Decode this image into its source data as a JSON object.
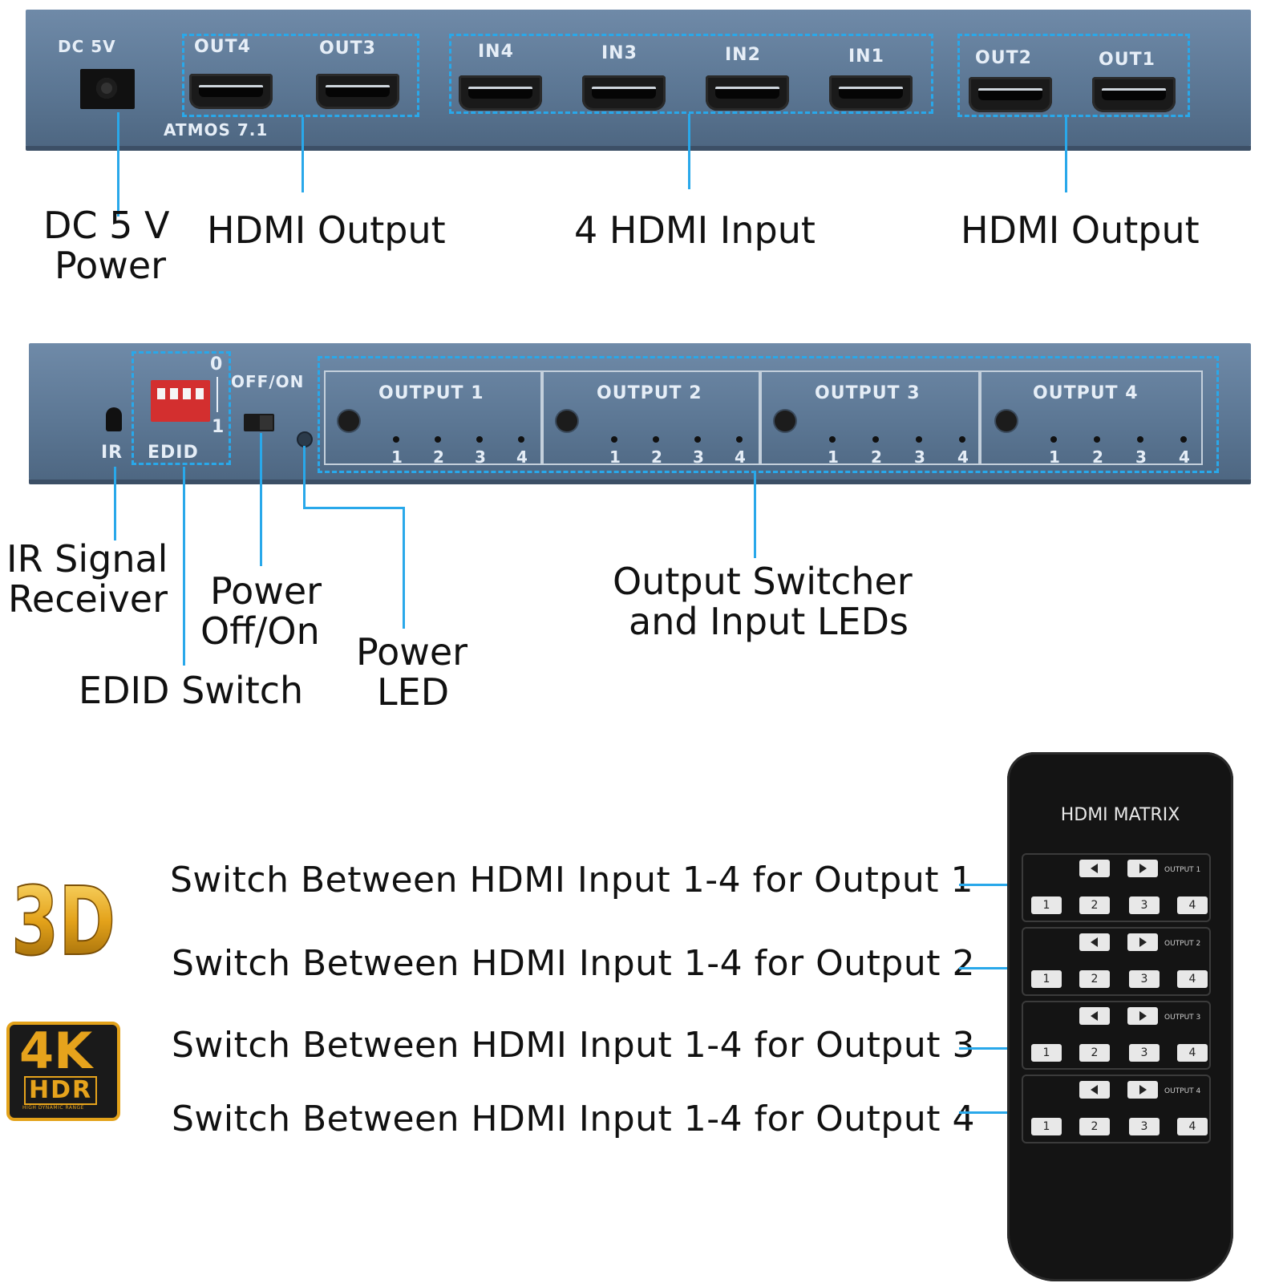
{
  "back_panel": {
    "dc_label": "DC 5V",
    "atmos_label": "ATMOS 7.1",
    "ports": [
      {
        "id": "out4",
        "label": "OUT4"
      },
      {
        "id": "out3",
        "label": "OUT3"
      },
      {
        "id": "in4",
        "label": "IN4"
      },
      {
        "id": "in3",
        "label": "IN3"
      },
      {
        "id": "in2",
        "label": "IN2"
      },
      {
        "id": "in1",
        "label": "IN1"
      },
      {
        "id": "out2",
        "label": "OUT2"
      },
      {
        "id": "out1",
        "label": "OUT1"
      }
    ]
  },
  "back_callouts": {
    "dc_power_line1": "DC 5 V",
    "dc_power_line2": "Power",
    "hdmi_output_left": "HDMI Output",
    "hdmi_input": "4 HDMI Input",
    "hdmi_output_right": "HDMI Output"
  },
  "front_panel": {
    "ir_label": "IR",
    "edid_label": "EDID",
    "edid_top": "0",
    "edid_bottom": "1",
    "power_switch_label": "OFF/ON",
    "outputs": [
      {
        "label": "OUTPUT 1",
        "leds": [
          "1",
          "2",
          "3",
          "4"
        ]
      },
      {
        "label": "OUTPUT 2",
        "leds": [
          "1",
          "2",
          "3",
          "4"
        ]
      },
      {
        "label": "OUTPUT 3",
        "leds": [
          "1",
          "2",
          "3",
          "4"
        ]
      },
      {
        "label": "OUTPUT 4",
        "leds": [
          "1",
          "2",
          "3",
          "4"
        ]
      }
    ]
  },
  "front_callouts": {
    "ir_line1": "IR Signal",
    "ir_line2": "Receiver",
    "power_line1": "Power",
    "power_line2": "Off/On",
    "edid_switch": "EDID Switch",
    "power_led_line1": "Power",
    "power_led_line2": "LED",
    "switcher_line1": "Output Switcher",
    "switcher_line2": "and Input LEDs"
  },
  "badges": {
    "three_d": "3D",
    "four_k": "4K",
    "hdr": "HDR",
    "hdr_sub": "HIGH DYNAMIC RANGE"
  },
  "switch_lines": [
    "Switch Between HDMI Input 1-4 for Output 1",
    "Switch Between HDMI Input 1-4 for Output 2",
    "Switch Between HDMI Input 1-4 for Output 3",
    "Switch Between HDMI Input 1-4 for Output 4"
  ],
  "remote": {
    "title": "HDMI MATRIX",
    "sections": [
      {
        "label": "OUTPUT 1",
        "keys": [
          "1",
          "2",
          "3",
          "4"
        ]
      },
      {
        "label": "OUTPUT 2",
        "keys": [
          "1",
          "2",
          "3",
          "4"
        ]
      },
      {
        "label": "OUTPUT 3",
        "keys": [
          "1",
          "2",
          "3",
          "4"
        ]
      },
      {
        "label": "OUTPUT 4",
        "keys": [
          "1",
          "2",
          "3",
          "4"
        ]
      }
    ]
  },
  "colors": {
    "panel": "#5b7693",
    "callout_line": "#29a8ea",
    "edid_switch": "#e53935",
    "badge_gold": "#e3a21a"
  }
}
